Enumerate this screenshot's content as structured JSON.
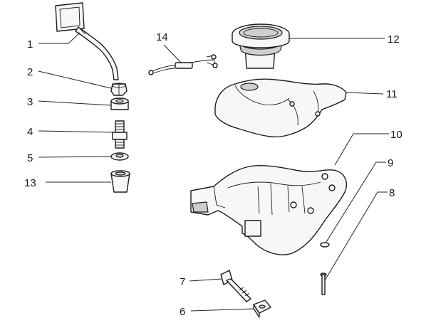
{
  "callouts": [
    {
      "id": "1",
      "label": "1"
    },
    {
      "id": "2",
      "label": "2"
    },
    {
      "id": "3",
      "label": "3"
    },
    {
      "id": "4",
      "label": "4"
    },
    {
      "id": "5",
      "label": "5"
    },
    {
      "id": "13",
      "label": "13"
    },
    {
      "id": "14",
      "label": "14"
    },
    {
      "id": "12",
      "label": "12"
    },
    {
      "id": "11",
      "label": "11"
    },
    {
      "id": "10",
      "label": "10"
    },
    {
      "id": "9",
      "label": "9"
    },
    {
      "id": "8",
      "label": "8"
    },
    {
      "id": "7",
      "label": "7"
    },
    {
      "id": "6",
      "label": "6"
    }
  ]
}
